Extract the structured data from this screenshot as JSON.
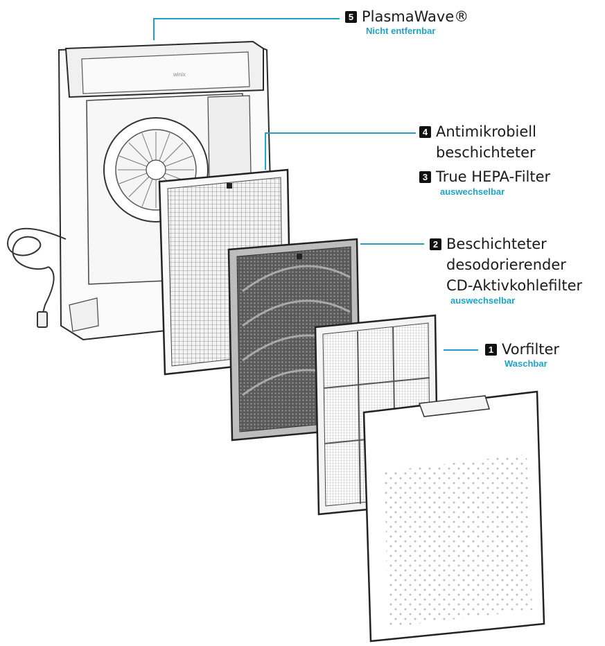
{
  "labels": [
    {
      "num": "5",
      "title": "PlasmaWave®",
      "note": "Nicht entfernbar"
    },
    {
      "num": "4",
      "title": "Antimikrobiell",
      "line2": "beschichteter"
    },
    {
      "num": "3",
      "title": "True HEPA-Filter",
      "note": "auswechselbar"
    },
    {
      "num": "2",
      "title": "Beschichteter",
      "line2": "desodorierender",
      "line3": "CD-Aktivkohlefilter",
      "note": "auswechselbar"
    },
    {
      "num": "1",
      "title": "Vorfilter",
      "note": "Waschbar"
    }
  ],
  "colors": {
    "accent": "#1fa3c4",
    "ink": "#111111"
  }
}
